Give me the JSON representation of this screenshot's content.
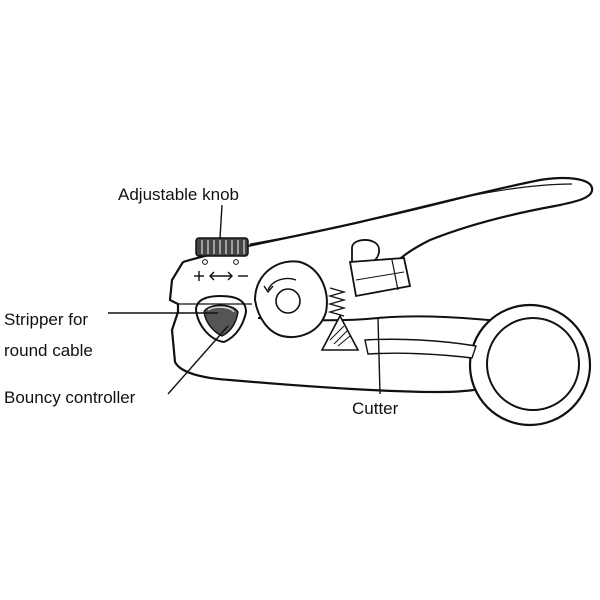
{
  "labels": {
    "adjustable_knob": "Adjustable knob",
    "stripper_line1": "Stripper for",
    "stripper_line2": "round cable",
    "bouncy_controller": "Bouncy controller",
    "cutter": "Cutter"
  },
  "colors": {
    "line": "#111111",
    "fill": "#ffffff",
    "shade": "#cfcfcf"
  }
}
